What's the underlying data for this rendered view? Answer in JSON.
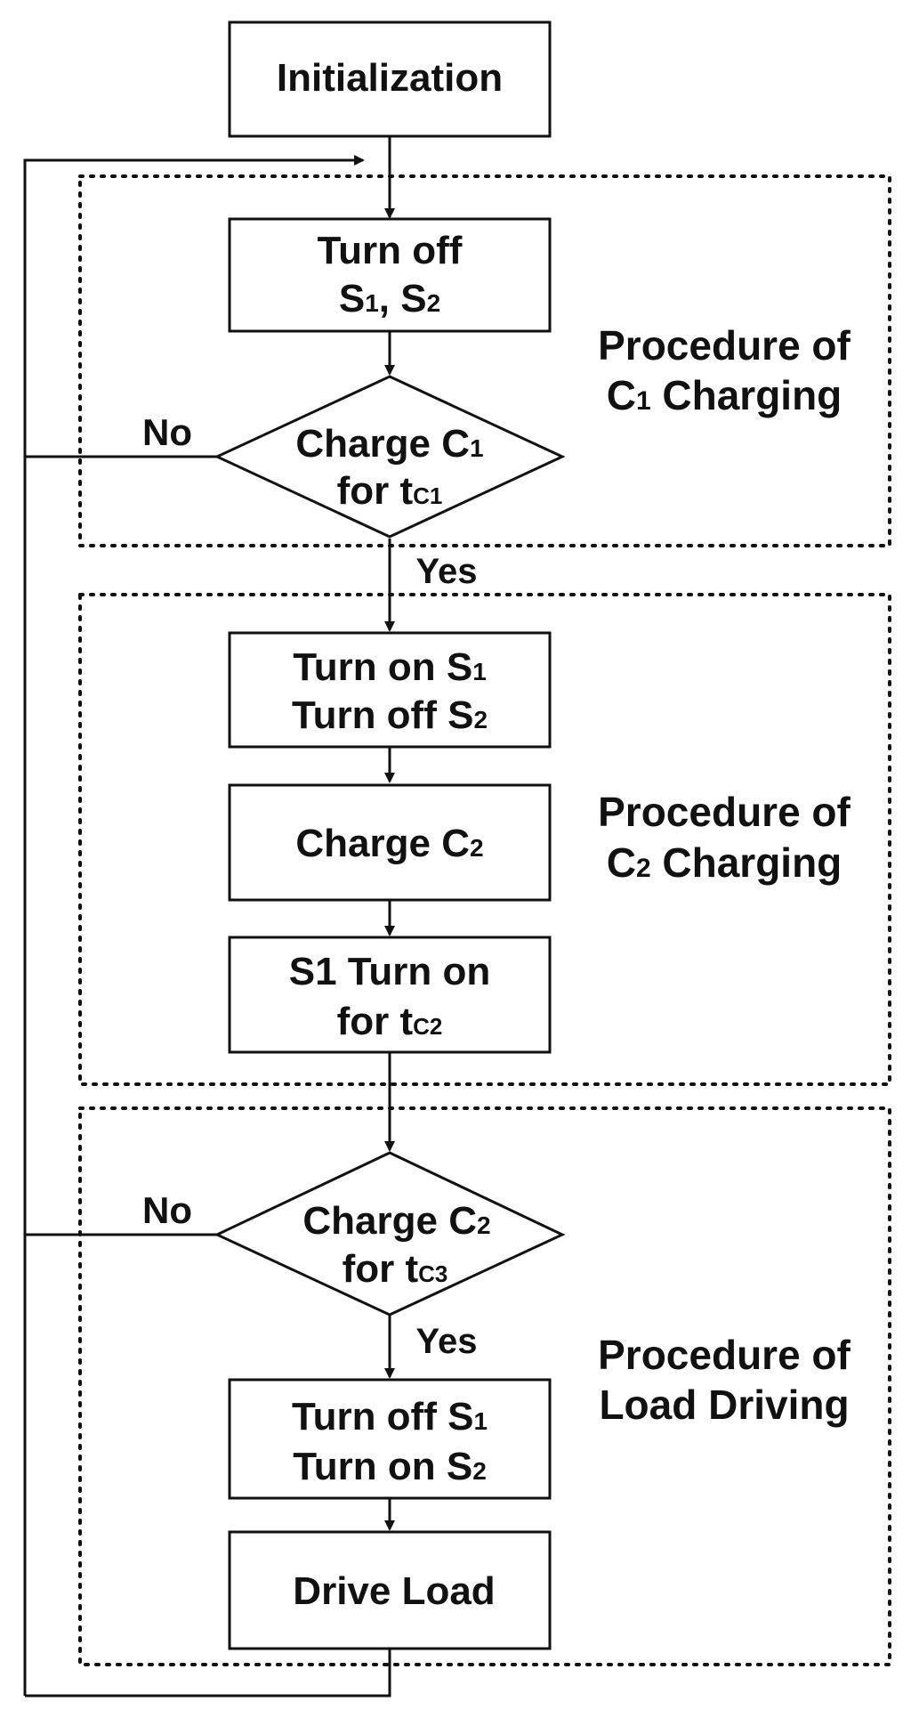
{
  "nodes": {
    "init": "Initialization",
    "turn_off_s1s2": {
      "l1": "Turn off",
      "l2a": "S",
      "l2a_sub": "1",
      "l2b": ", S",
      "l2b_sub": "2"
    },
    "charge_c1": {
      "l1": "Charge C",
      "l1_sub": "1",
      "l2": "for t",
      "l2_sub": "C1"
    },
    "turn_on_s1_off_s2": {
      "l1": "Turn on S",
      "l1_sub": "1",
      "l2": "Turn off S",
      "l2_sub": "2"
    },
    "charge_c2": {
      "l1": "Charge C",
      "l1_sub": "2"
    },
    "s1_turn_on": {
      "l1": "S1 Turn on",
      "l2": "for t",
      "l2_sub": "C2"
    },
    "charge_c2_decision": {
      "l1": "Charge C",
      "l1_sub": "2",
      "l2": "for t",
      "l2_sub": "C3"
    },
    "turn_off_s1_on_s2": {
      "l1": "Turn off S",
      "l1_sub": "1",
      "l2": "Turn on S",
      "l2_sub": "2"
    },
    "drive_load": "Drive Load"
  },
  "labels": {
    "no": "No",
    "yes": "Yes"
  },
  "groups": {
    "c1": {
      "l1": "Procedure of",
      "l2": "C",
      "l2_sub": "1",
      "l2_rest": " Charging"
    },
    "c2": {
      "l1": "Procedure of",
      "l2": "C",
      "l2_sub": "2",
      "l2_rest": " Charging"
    },
    "load": {
      "l1": "Procedure of",
      "l2": "Load Driving"
    }
  }
}
